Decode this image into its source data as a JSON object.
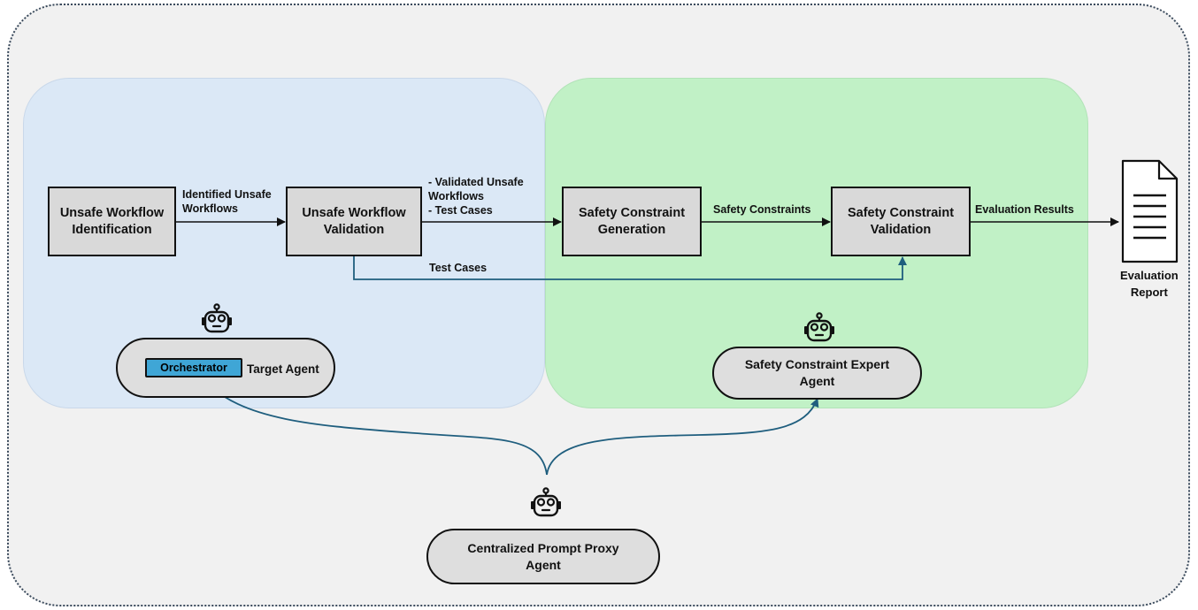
{
  "boxes": {
    "identification": "Unsafe Workflow\nIdentification",
    "validation": "Unsafe Workflow\nValidation",
    "generation": "Safety Constraint\nGeneration",
    "constraint_validation": "Safety Constraint\nValidation"
  },
  "edges": {
    "identified": "Identified Unsafe\nWorkflows",
    "validated": "- Validated Unsafe\n  Workflows\n- Test Cases",
    "constraints": "Safety Constraints",
    "results": "Evaluation Results",
    "test_cases": "Test Cases"
  },
  "report": {
    "label": "Evaluation\nReport"
  },
  "agents": {
    "target": {
      "orchestrator": "Orchestrator",
      "label": "Target Agent"
    },
    "expert": "Safety Constraint Expert\nAgent",
    "proxy": "Centralized Prompt Proxy\nAgent"
  },
  "colors": {
    "blue_panel": "#dbe8f6",
    "green_panel": "#c1f1c6",
    "orchestrator": "#3fa6d6",
    "connector": "#1f5e7e"
  }
}
